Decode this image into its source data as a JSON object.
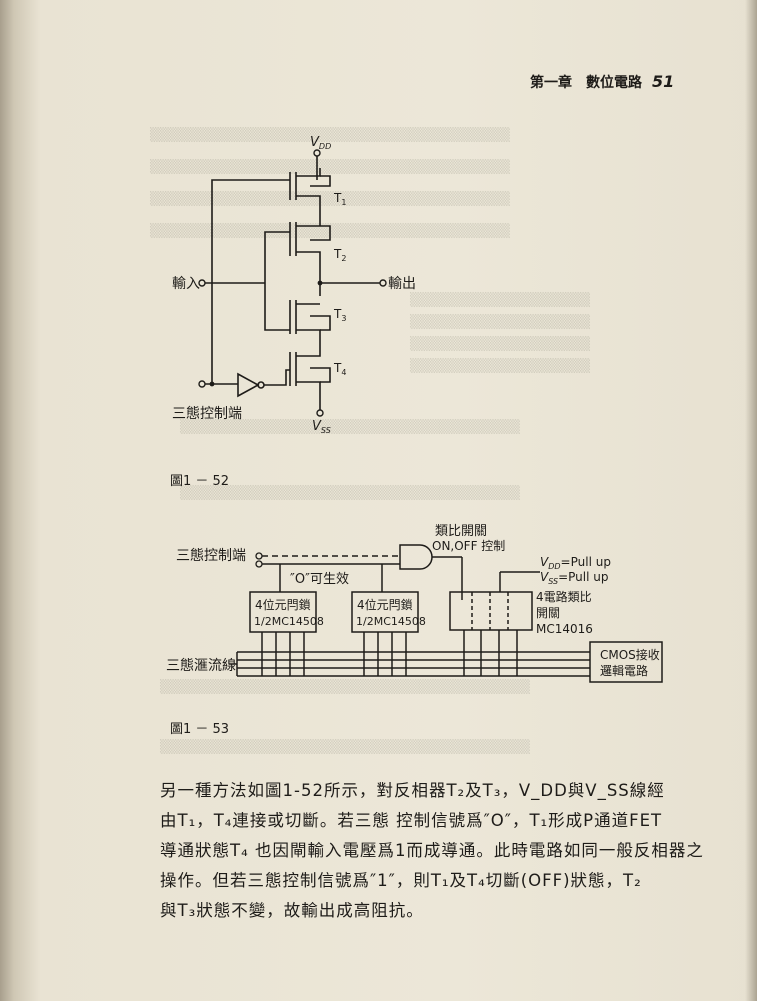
{
  "header": {
    "chapter": "第一章　數位電路",
    "page_number": "51"
  },
  "fig52": {
    "caption": "圖1 － 52",
    "vdd": "V",
    "vdd_sub": "DD",
    "vss": "V",
    "vss_sub": "SS",
    "input_label": "輸入",
    "output_label": "輸出",
    "control_label": "三態控制端",
    "t1": "T",
    "t1_sub": "1",
    "t2": "T",
    "t2_sub": "2",
    "t3": "T",
    "t3_sub": "3",
    "t4": "T",
    "t4_sub": "4"
  },
  "fig53": {
    "caption": "圖1 － 53",
    "control_label": "三態控制端",
    "bus_label": "三態滙流線",
    "comparator_switch": "類比開關",
    "on_off": "ON,OFF 控制",
    "pullup_vdd": "V",
    "pullup_vdd_sub": "DD",
    "pullup_vdd_val": "=Pull  up",
    "pullup_vss": "V",
    "pullup_vss_sub": "SS",
    "pullup_vss_val": "=Pull  up",
    "zero_enable": "″O″可生效",
    "latch1_line1": "4位元閂鎖",
    "latch1_line2": "1/2MC14508",
    "latch2_line1": "4位元閂鎖",
    "latch2_line2": "1/2MC14508",
    "analog_line1": "4電路類比",
    "analog_line2": "開關",
    "analog_line3": "MC14016",
    "cmos_line1": "CMOS接收",
    "cmos_line2": "邏輯電路"
  },
  "body": {
    "line1": "另一種方法如圖1-52所示，對反相器T₂及T₃，V_DD與V_SS線經",
    "line2": "由T₁，T₄連接或切斷。若三態 控制信號爲″O″，T₁形成P通道FET",
    "line3": "導通狀態T₄ 也因閘輸入電壓爲1而成導通。此時電路如同一般反相器之",
    "line4": "操作。但若三態控制信號爲″1″，則T₁及T₄切斷(OFF)狀態，T₂",
    "line5": "與T₃狀態不變，故輸出成高阻抗。"
  }
}
